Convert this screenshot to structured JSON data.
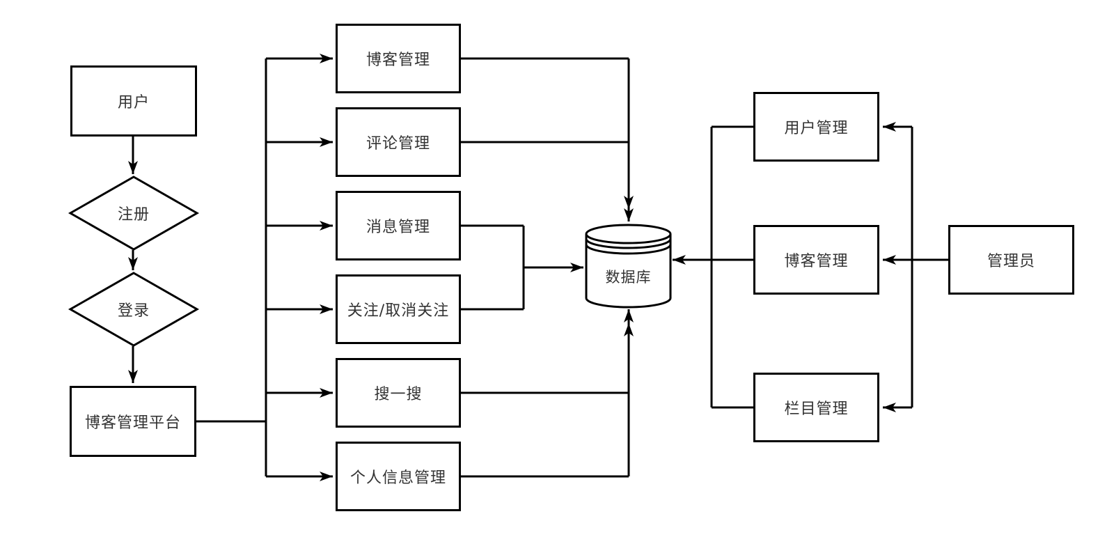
{
  "diagram": {
    "background": "#ffffff",
    "stroke_color": "#000000",
    "text_color": "#333333",
    "nodes": {
      "user": {
        "label": "用户",
        "shape": "rectangle"
      },
      "register": {
        "label": "注册",
        "shape": "diamond"
      },
      "login": {
        "label": "登录",
        "shape": "diamond"
      },
      "platform": {
        "label": "博客管理平台",
        "shape": "rectangle"
      },
      "blog_mgmt": {
        "label": "博客管理",
        "shape": "rectangle"
      },
      "comment_mgmt": {
        "label": "评论管理",
        "shape": "rectangle"
      },
      "message_mgmt": {
        "label": "消息管理",
        "shape": "rectangle"
      },
      "follow": {
        "label": "关注/取消关注",
        "shape": "rectangle"
      },
      "search": {
        "label": "搜一搜",
        "shape": "rectangle"
      },
      "profile_mgmt": {
        "label": "个人信息管理",
        "shape": "rectangle"
      },
      "database": {
        "label": "数据库",
        "shape": "cylinder"
      },
      "user_admin": {
        "label": "用户管理",
        "shape": "rectangle"
      },
      "blog_admin": {
        "label": "博客管理",
        "shape": "rectangle"
      },
      "column_admin": {
        "label": "栏目管理",
        "shape": "rectangle"
      },
      "admin": {
        "label": "管理员",
        "shape": "rectangle"
      }
    },
    "edges": [
      {
        "from": "用户",
        "to": "注册",
        "arrow": true
      },
      {
        "from": "注册",
        "to": "登录",
        "arrow": true
      },
      {
        "from": "登录",
        "to": "博客管理平台",
        "arrow": true
      },
      {
        "from": "博客管理平台",
        "to": "博客管理",
        "arrow": true
      },
      {
        "from": "博客管理平台",
        "to": "评论管理",
        "arrow": true
      },
      {
        "from": "博客管理平台",
        "to": "消息管理",
        "arrow": true
      },
      {
        "from": "博客管理平台",
        "to": "关注/取消关注",
        "arrow": true
      },
      {
        "from": "博客管理平台",
        "to": "搜一搜",
        "arrow": true
      },
      {
        "from": "博客管理平台",
        "to": "个人信息管理",
        "arrow": true
      },
      {
        "from": "博客管理",
        "to": "数据库",
        "arrow": true
      },
      {
        "from": "评论管理",
        "to": "数据库",
        "arrow": true
      },
      {
        "from": "消息管理",
        "to": "数据库",
        "arrow": true
      },
      {
        "from": "关注/取消关注",
        "to": "数据库",
        "arrow": true
      },
      {
        "from": "搜一搜",
        "to": "数据库",
        "arrow": true
      },
      {
        "from": "个人信息管理",
        "to": "数据库",
        "arrow": true
      },
      {
        "from": "用户管理",
        "to": "数据库",
        "arrow": true
      },
      {
        "from": "博客管理 (管理员)",
        "to": "数据库",
        "arrow": true
      },
      {
        "from": "栏目管理",
        "to": "数据库",
        "arrow": true
      },
      {
        "from": "管理员",
        "to": "用户管理",
        "arrow": true
      },
      {
        "from": "管理员",
        "to": "博客管理 (管理员)",
        "arrow": true
      },
      {
        "from": "管理员",
        "to": "栏目管理",
        "arrow": true
      }
    ]
  }
}
